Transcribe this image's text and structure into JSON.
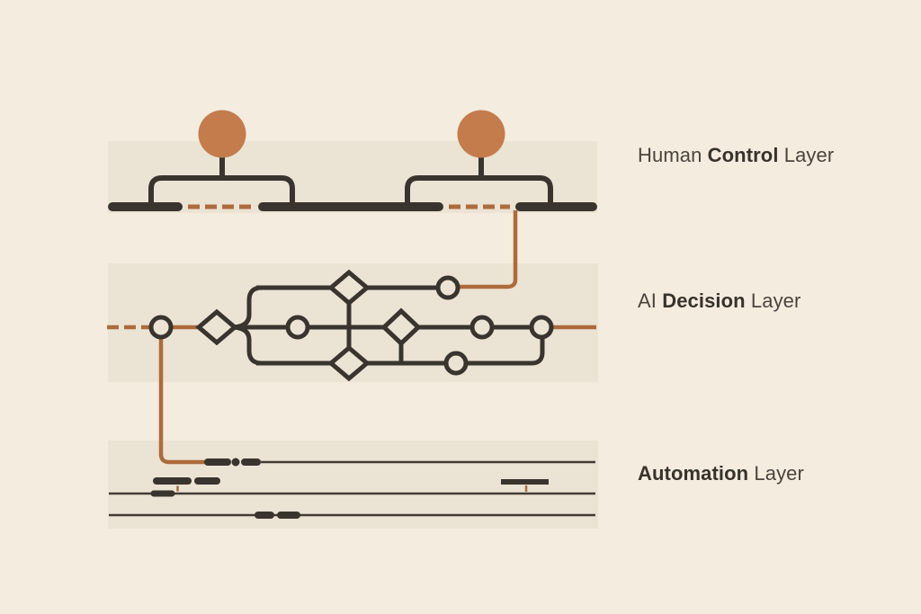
{
  "theme": {
    "background": "#f3ecdf",
    "band": "#ebe3d4",
    "line_dark": "#3a342f",
    "line_thin": "#423c35",
    "accent_orange": "#ad6b3c",
    "figure_fill": "#c47c4d",
    "text_regular": "#4b443c",
    "text_bold": "#38322c"
  },
  "layers": [
    {
      "name": "human-control",
      "label": {
        "pre": "Human ",
        "bold": "Control",
        "post": " Layer"
      }
    },
    {
      "name": "ai-decision",
      "label": {
        "pre": "AI ",
        "bold": "Decision",
        "post": " Layer"
      }
    },
    {
      "name": "automation",
      "label": {
        "pre": "",
        "bold": "Automation",
        "post": " Layer"
      }
    }
  ]
}
